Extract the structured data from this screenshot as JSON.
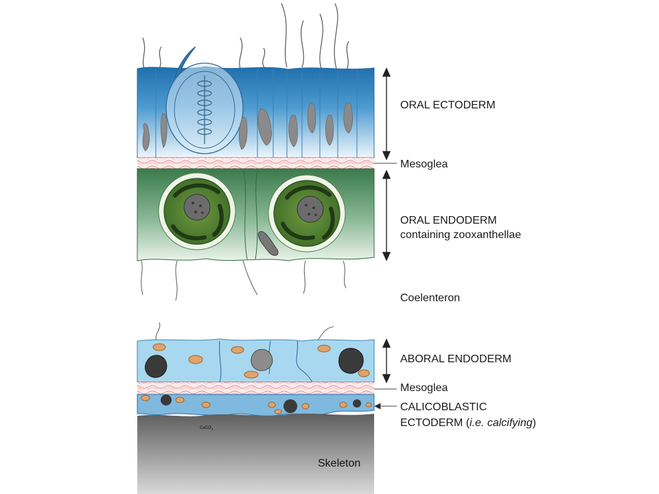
{
  "labels": {
    "oral_ectoderm": "ORAL ECTODERM",
    "mesoglea_top": "Mesoglea",
    "oral_endoderm_line1": "ORAL ENDODERM",
    "oral_endoderm_line2": "containing zooxanthellae",
    "coelenteron": "Coelenteron",
    "aboral_endoderm": "ABORAL ENDODERM",
    "mesoglea_bottom": "Mesoglea",
    "calicoblastic_line1": "CALICOBLASTIC",
    "calicoblastic_line2_prefix": "ECTODERM (",
    "calicoblastic_line2_italic": "i.e. calcifying",
    "calicoblastic_line2_suffix": ")",
    "caco3": "CaCO",
    "caco3_subscript": "3",
    "skeleton": "Skeleton"
  },
  "colors": {
    "ectoderm_blue": "#2f7fb8",
    "ectoderm_light": "#e6f2fa",
    "endoderm_green": "#3f7d4e",
    "endoderm_light": "#dcebdc",
    "aboral_blue": "#8fcbe8",
    "mesoglea_pink": "#e9a3a3",
    "skeleton_gray": "#7a7a7a",
    "zooxanthella_green": "#4c7a2e",
    "inclusion_tan": "#d99a5a"
  }
}
